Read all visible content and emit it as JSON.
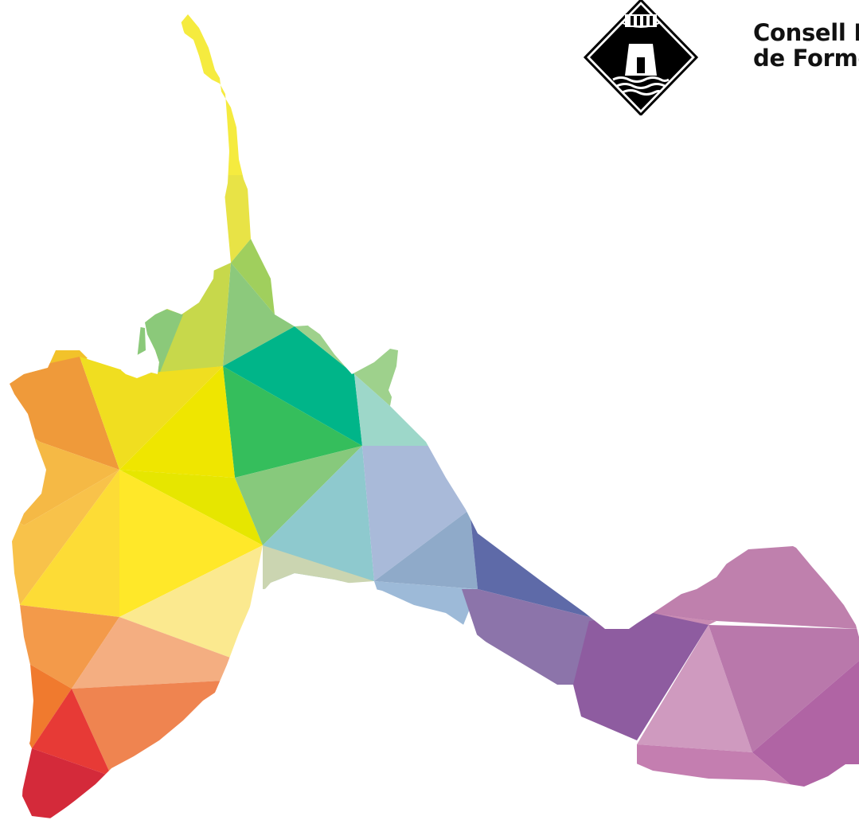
{
  "branding": {
    "line1": "Consell Ir",
    "line2": "de Forme",
    "emblem_icon": "tower-waves-shield-emblem"
  },
  "map": {
    "style": "low-poly mosaic island silhouette",
    "palette": [
      "#f5eb3f",
      "#c7d84b",
      "#8cc97c",
      "#00b589",
      "#35be5c",
      "#9dd7c9",
      "#a9bad9",
      "#8faac9",
      "#5e6aa8",
      "#8c74aa",
      "#8e5ca0",
      "#bf80ad",
      "#cf9abf",
      "#b064a4",
      "#ef9a3a",
      "#f5b945",
      "#fddc36",
      "#fbe98f",
      "#f4ae81",
      "#ef8450",
      "#e73a36",
      "#d42a3a"
    ]
  }
}
